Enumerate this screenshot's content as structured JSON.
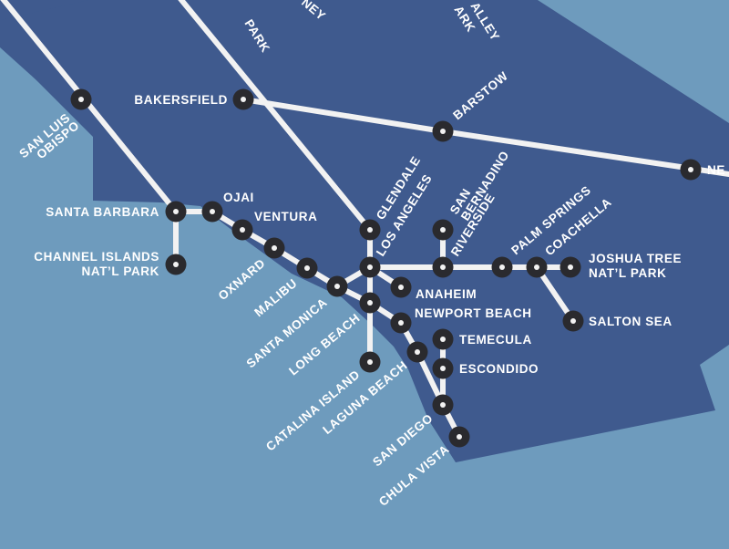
{
  "map": {
    "colors": {
      "ocean": "#6e9bbd",
      "land": "#3f5a8e",
      "route": "#f2f2f2",
      "stop": "#2a2a2e"
    },
    "labels": {
      "north_a": "PARK",
      "north_b": "NEY",
      "north_c": "ALLEY",
      "north_d": "ARK",
      "san_luis_1": "SAN LUIS",
      "san_luis_2": "OBISPO",
      "bakersfield": "BAKERSFIELD",
      "barstow": "BARSTOW",
      "needles": "NE",
      "santa_barbara": "SANTA BARBARA",
      "ojai": "OJAI",
      "ventura": "VENTURA",
      "channel_1": "CHANNEL ISLANDS",
      "channel_2": "NAT’L PARK",
      "oxnard": "OXNARD",
      "malibu": "MALIBU",
      "santa_monica": "SANTA MONICA",
      "long_beach": "LONG BEACH",
      "catalina": "CATALINA ISLAND",
      "laguna": "LAGUNA BEACH",
      "san_diego": "SAN DIEGO",
      "chula": "CHULA VISTA",
      "glendale": "GLENDALE",
      "los_angeles": "LOS ANGELES",
      "san_bern_1": "SAN",
      "san_bern_2": "BERNADINO",
      "riverside": "RIVERSIDE",
      "palm_springs": "PALM SPRINGS",
      "coachella": "COACHELLA",
      "joshua_1": "JOSHUA TREE",
      "joshua_2": "NAT’L PARK",
      "anaheim": "ANAHEIM",
      "newport": "NEWPORT BEACH",
      "temecula": "TEMECULA",
      "escondido": "ESCONDIDO",
      "salton": "SALTON SEA"
    }
  }
}
